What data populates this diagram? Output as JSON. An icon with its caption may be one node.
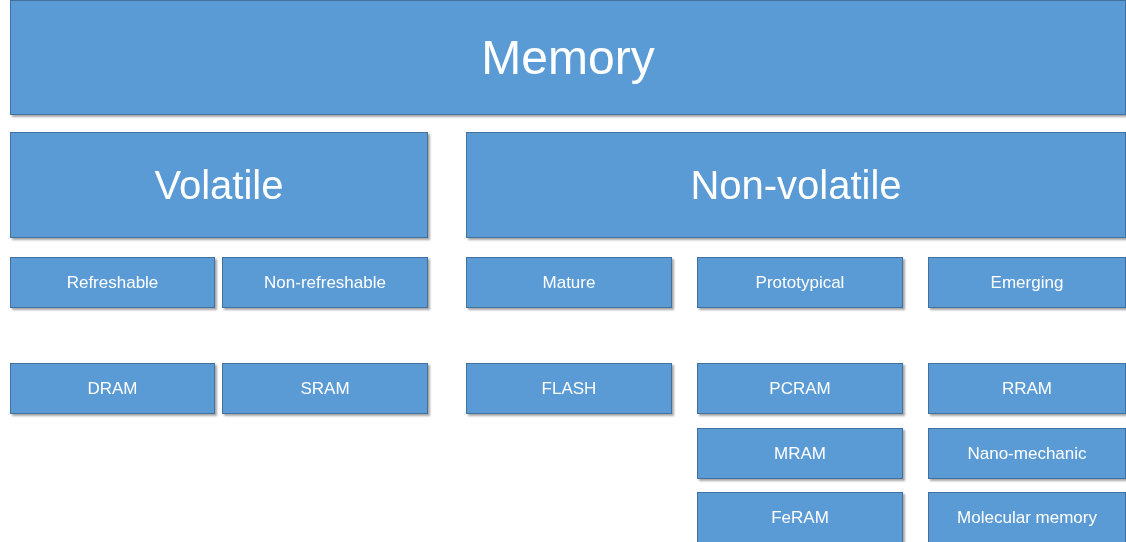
{
  "diagram": {
    "nodes": [
      {
        "text": [
          "Memory"
        ]
      },
      {
        "text": [
          "Volatile"
        ]
      },
      {
        "text": [
          "Non-volatile"
        ]
      },
      {
        "text": [
          "Refreshable"
        ]
      },
      {
        "text": [
          "Non-refreshable"
        ]
      },
      {
        "text": [
          "Mature"
        ]
      },
      {
        "text": [
          "Prototypical"
        ]
      },
      {
        "text": [
          "Emerging"
        ]
      },
      {
        "text": [
          "DRAM"
        ]
      },
      {
        "text": [
          "SRAM"
        ]
      },
      {
        "text": [
          "FLASH"
        ]
      },
      {
        "text": [
          "PCRAM"
        ]
      },
      {
        "text": [
          "RRAM"
        ]
      },
      {
        "text": [
          "MRAM"
        ]
      },
      {
        "text": [
          "Nano-mechanic"
        ]
      },
      {
        "text": [
          "FeRAM"
        ]
      },
      {
        "text": [
          "Molecular memory"
        ]
      }
    ]
  }
}
